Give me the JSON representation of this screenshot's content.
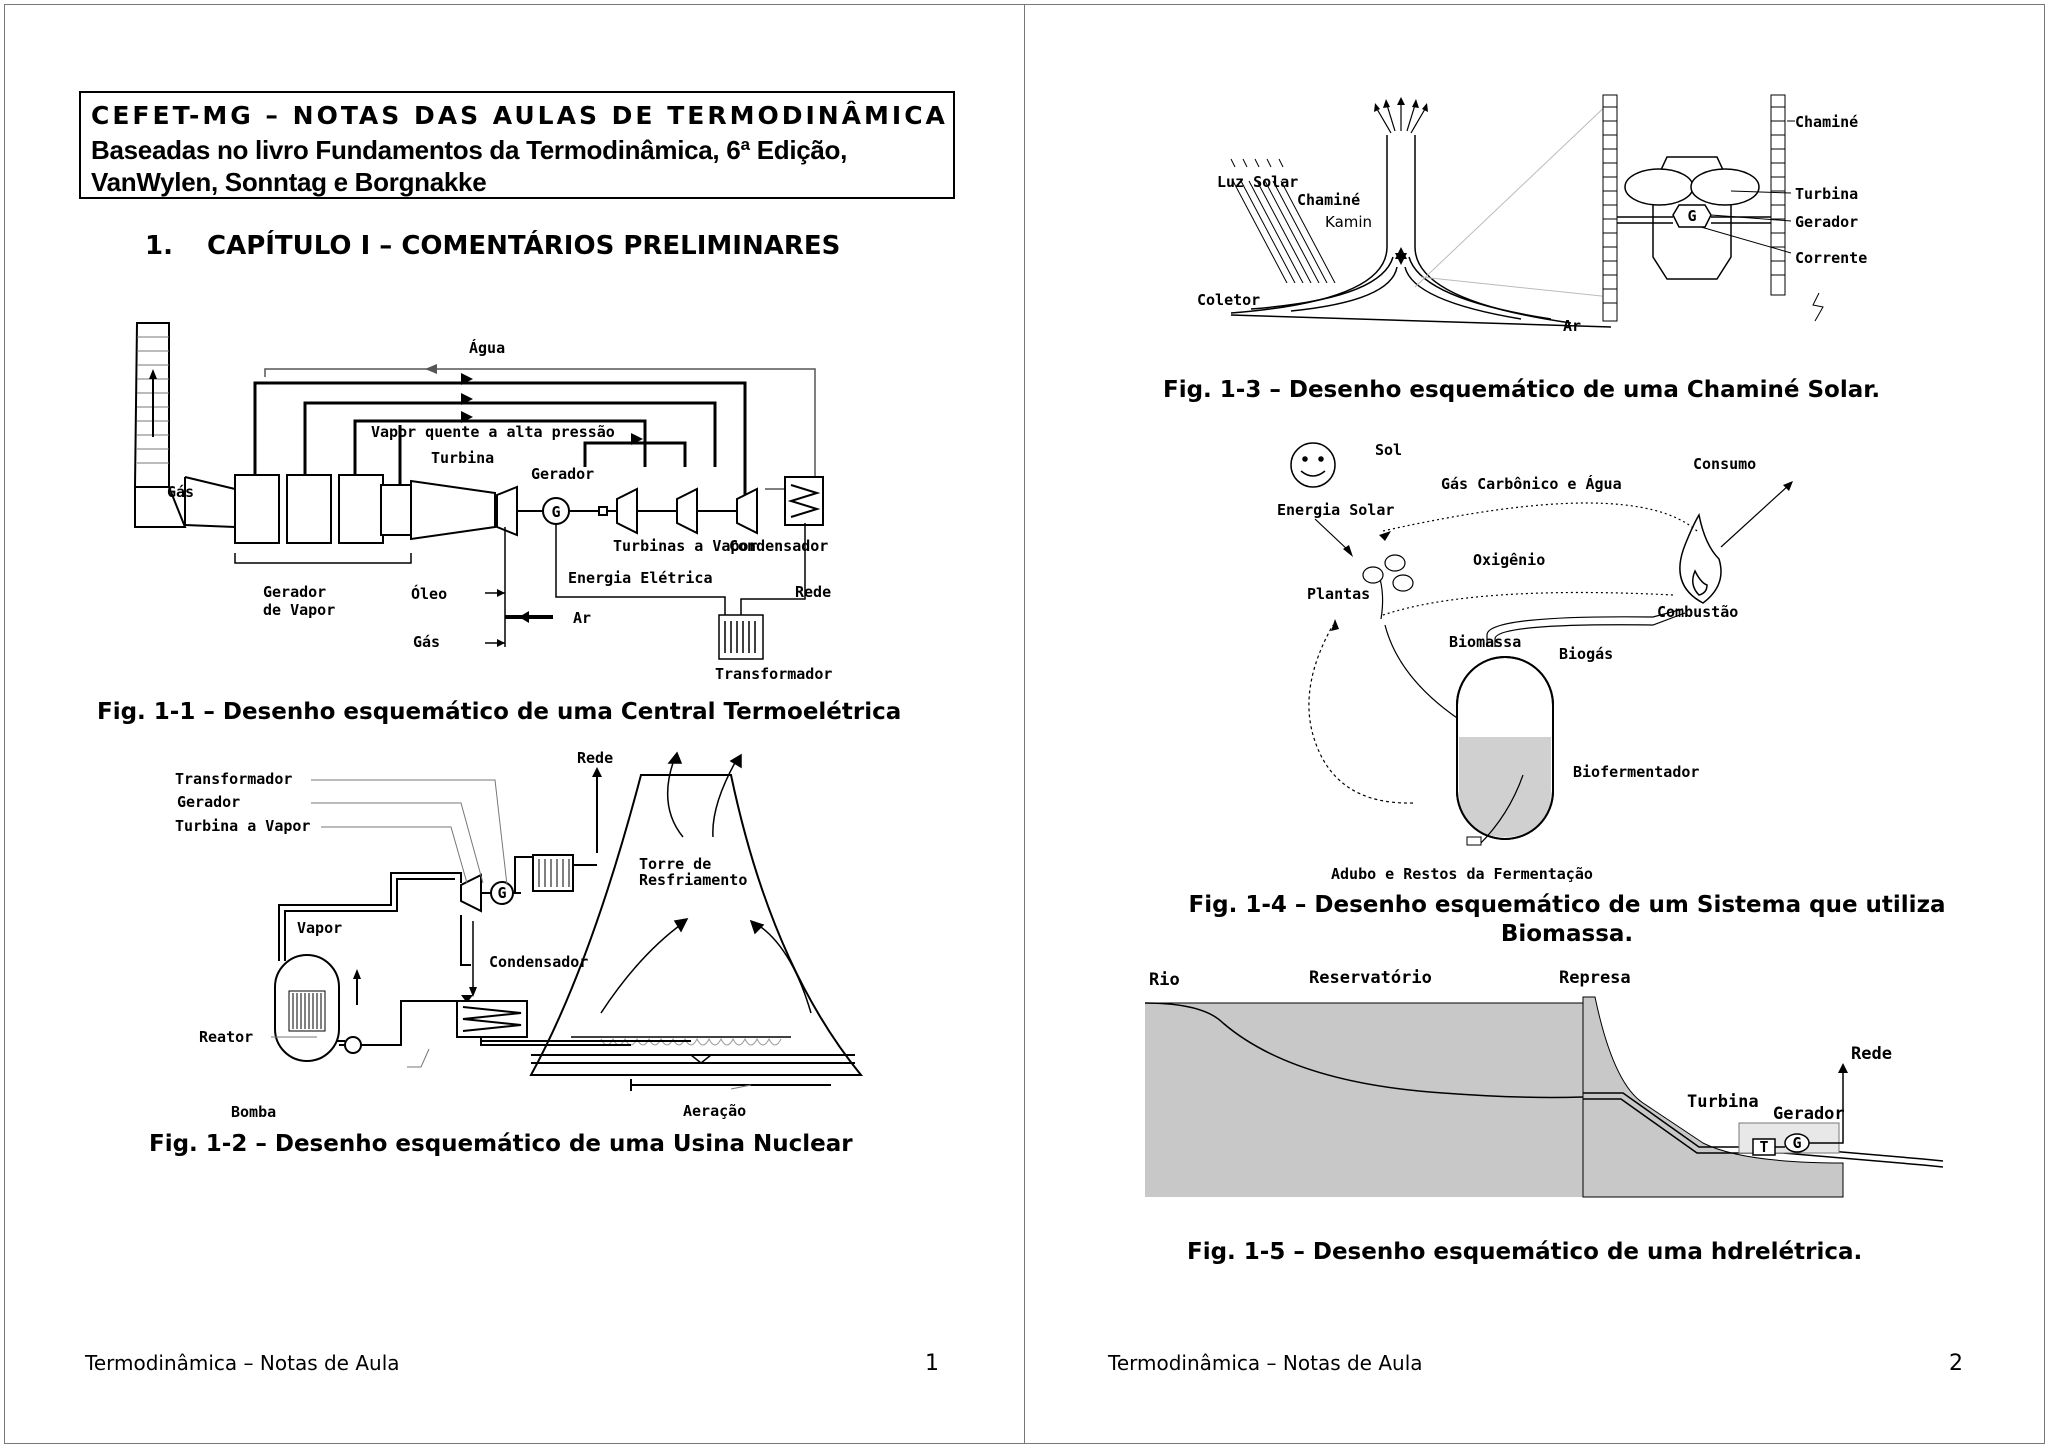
{
  "page1": {
    "header": {
      "line1": "CEFET-MG – NOTAS DAS AULAS DE TERMODINÂMICA",
      "line2": "Baseadas no livro Fundamentos da Termodinâmica, 6ª Edição,",
      "line3": "VanWylen, Sonntag e Borgnakke"
    },
    "chapter": {
      "number": "1.",
      "title": "CAPÍTULO I – COMENTÁRIOS PRELIMINARES"
    },
    "fig1": {
      "caption": "Fig. 1-1 – Desenho esquemático de uma Central Termoelétrica",
      "labels": {
        "agua": "Água",
        "vapor_quente": "Vapor quente a alta pressão",
        "turbina": "Turbina",
        "gerador": "Gerador",
        "gas_top": "Gás",
        "turbinas_vapor": "Turbinas a Vapor",
        "condensador": "Condensador",
        "energia": "Energia Elétrica",
        "gerador_vapor1": "Gerador",
        "gerador_vapor2": "de Vapor",
        "oleo": "Óleo",
        "ar": "Ar",
        "rede": "Rede",
        "gas_bottom": "Gás",
        "transformador": "Transformador",
        "g": "G"
      }
    },
    "fig2": {
      "caption": "Fig. 1-2 – Desenho esquemático de uma Usina Nuclear",
      "labels": {
        "transformador": "Transformador",
        "gerador": "Gerador",
        "turbina_vapor": "Turbina a Vapor",
        "rede": "Rede",
        "torre1": "Torre de",
        "torre2": "Resfriamento",
        "vapor": "Vapor",
        "condensador": "Condensador",
        "reator": "Reator",
        "bomba": "Bomba",
        "aeracao": "Aeração",
        "g": "G"
      }
    },
    "footer": {
      "text": "Termodinâmica – Notas de Aula",
      "page": "1"
    }
  },
  "page2": {
    "fig3": {
      "caption": "Fig. 1-3 – Desenho esquemático de uma Chaminé Solar.",
      "labels": {
        "luz_solar": "Luz Solar",
        "chamine_left": "Chaminé",
        "kamin": "Kamin",
        "coletor": "Coletor",
        "ar": "Ar",
        "chamine_right": "Chaminé",
        "turbina": "Turbina",
        "gerador": "Gerador",
        "corrente": "Corrente",
        "g": "G"
      }
    },
    "fig4": {
      "caption_line1": "Fig. 1-4 – Desenho esquemático de um Sistema que utiliza",
      "caption_line2": "Biomassa.",
      "labels": {
        "sol": "Sol",
        "gas_carbonico": "Gás Carbônico e Água",
        "consumo": "Consumo",
        "energia_solar": "Energia Solar",
        "oxigenio": "Oxigênio",
        "plantas": "Plantas",
        "combustao": "Combustão",
        "biomassa": "Biomassa",
        "biogas": "Biogás",
        "biofermentador": "Biofermentador",
        "adubo": "Adubo e Restos da Fermentação"
      }
    },
    "fig5": {
      "caption": "Fig. 1-5 – Desenho esquemático de uma hdrelétrica.",
      "labels": {
        "rio": "Rio",
        "reservatorio": "Reservatório",
        "represa": "Represa",
        "rede": "Rede",
        "turbina": "Turbina",
        "gerador": "Gerador",
        "t": "T",
        "g": "G"
      }
    },
    "footer": {
      "text": "Termodinâmica – Notas de Aula",
      "page": "2"
    }
  }
}
